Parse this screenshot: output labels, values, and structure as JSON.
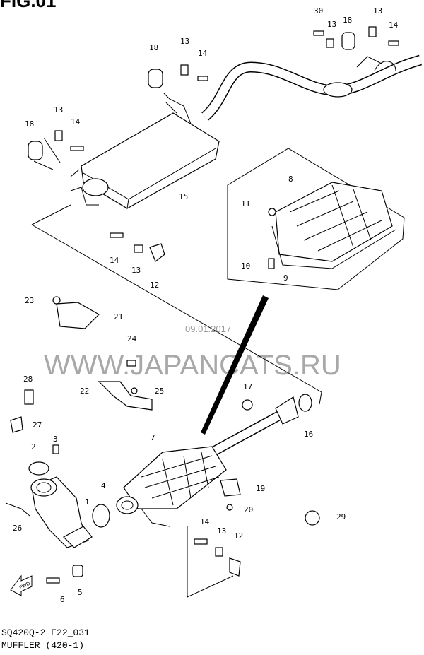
{
  "fig_title": "FIG.01",
  "watermark": "WWW.JAPANCATS.RU",
  "date_stamp": "09.01.2017",
  "callouts": [
    "30",
    "13",
    "18",
    "13",
    "14",
    "18",
    "13",
    "14",
    "13",
    "14",
    "18",
    "15",
    "8",
    "11",
    "10",
    "9",
    "14",
    "13",
    "12",
    "23",
    "21",
    "24",
    "28",
    "17",
    "22",
    "25",
    "27",
    "16",
    "3",
    "2",
    "7",
    "4",
    "1",
    "19",
    "20",
    "29",
    "26",
    "14",
    "13",
    "12",
    "5",
    "6"
  ],
  "fwd_label": "FWD",
  "footer": {
    "code": "SQ420Q-2 E22_031",
    "name": "MUFFLER (420-1)"
  }
}
